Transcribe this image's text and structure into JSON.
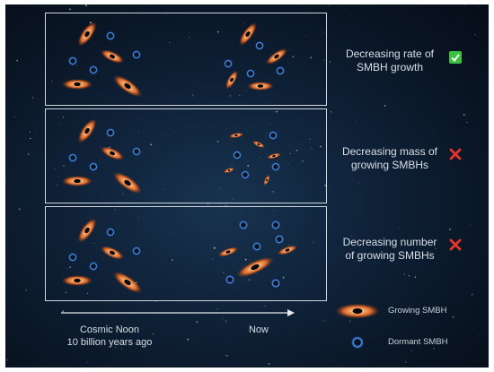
{
  "rows": [
    {
      "label_line1": "Decreasing rate of",
      "label_line2": "SMBH growth",
      "result": "check"
    },
    {
      "label_line1": "Decreasing mass of",
      "label_line2": "growing SMBHs",
      "result": "cross"
    },
    {
      "label_line1": "Decreasing number",
      "label_line2": "of growing SMBHs",
      "result": "cross"
    }
  ],
  "timeline": {
    "start_line1": "Cosmic Noon",
    "start_line2": "10 billion years ago",
    "end": "Now"
  },
  "legend": {
    "growing": "Growing SMBH",
    "dormant": "Dormant SMBH"
  },
  "colors": {
    "check": "#3bbf3f",
    "cross": "#e8332c",
    "growing_glow": "#f08a3c",
    "dormant_ring": "#3a7fd8"
  }
}
